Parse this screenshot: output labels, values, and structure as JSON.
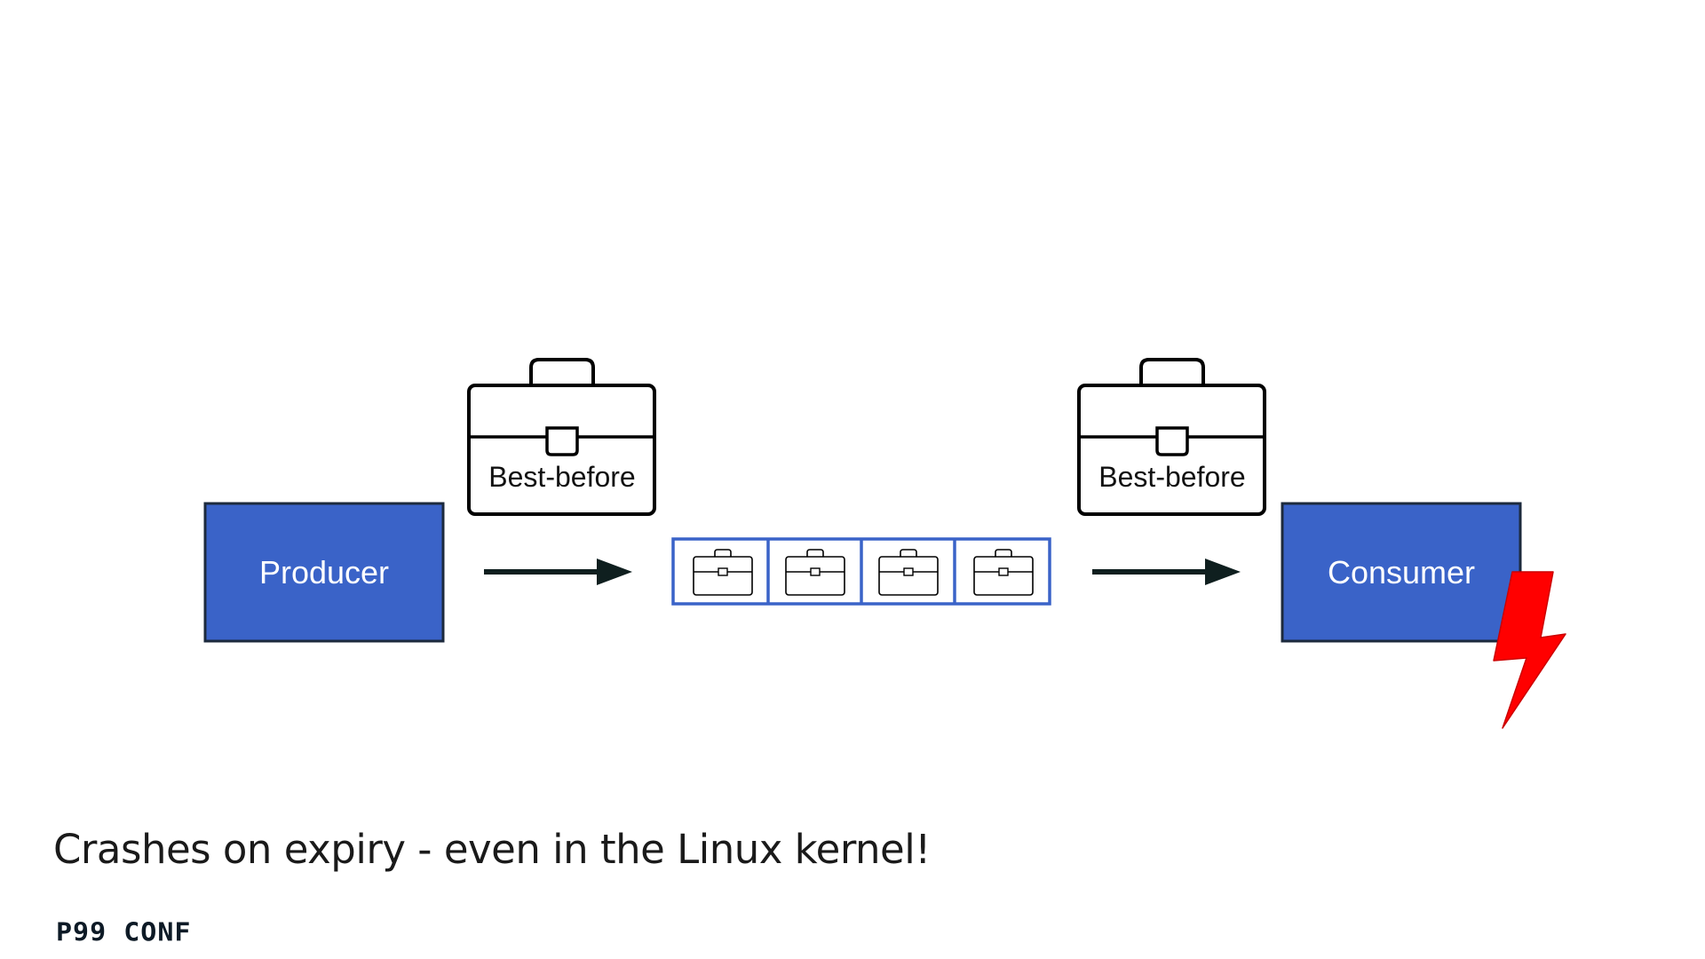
{
  "slide": {
    "caption": "Crashes on expiry - even in the Linux kernel!",
    "logo_text": "P99 CONF"
  },
  "diagram": {
    "producer_label": "Producer",
    "consumer_label": "Consumer",
    "left_package_label": "Best-before",
    "right_package_label": "Best-before",
    "queue_slot_count": 4,
    "icons": {
      "package": "briefcase-icon",
      "crash": "lightning-bolt-icon",
      "flow": "arrow-icon"
    }
  },
  "colors": {
    "box_fill": "#3a63c8",
    "box_border": "#1c2a3d",
    "queue_border": "#3a63c8",
    "arrow": "#0f1f1f",
    "bolt": "#ff0000",
    "text_dark": "#1a1a1a"
  }
}
